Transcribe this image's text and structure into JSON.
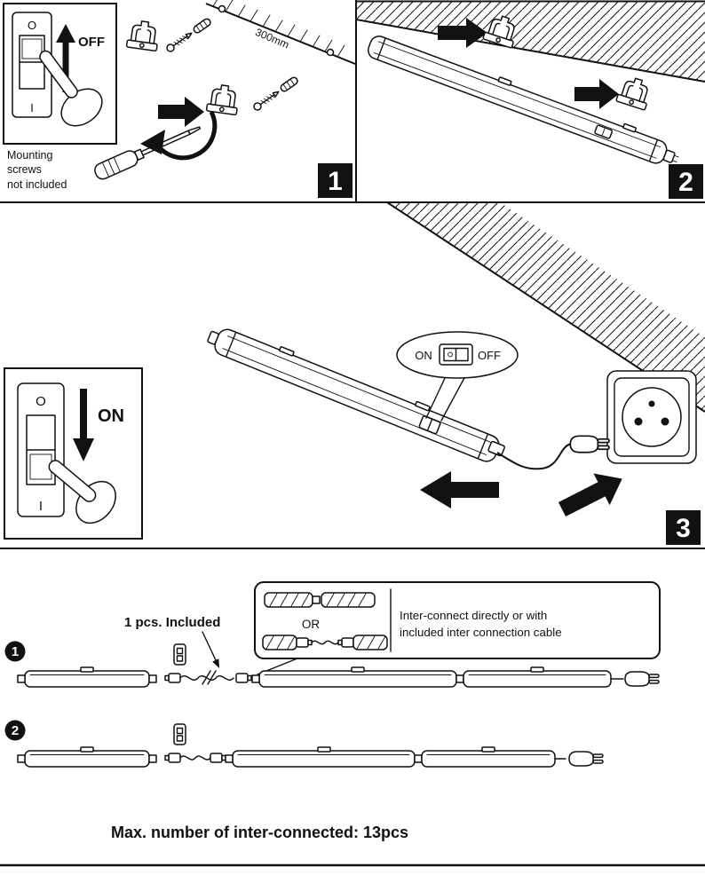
{
  "style": {
    "ink": "#111111",
    "paper": "#ffffff"
  },
  "steps": {
    "step1": {
      "badge": "1",
      "switch_marking_top": "O",
      "switch_marking_bottom": "I",
      "arrow_label": "OFF",
      "note": "Mounting\nscrews\nnot included",
      "dimension_label": "300mm"
    },
    "step2": {
      "badge": "2"
    },
    "step3": {
      "badge": "3",
      "switch_marking_top": "O",
      "switch_marking_bottom": "I",
      "arrow_label": "ON",
      "callout": {
        "on_label": "ON",
        "off_label": "OFF"
      }
    }
  },
  "interconnect": {
    "row1_number": "1",
    "row2_number": "2",
    "included_label": "1 pcs. Included",
    "or_label": "OR",
    "note_line1": "Inter-connect directly or with",
    "note_line2": "included inter connection cable",
    "max_label": "Max. number of inter-connected: 13pcs"
  }
}
